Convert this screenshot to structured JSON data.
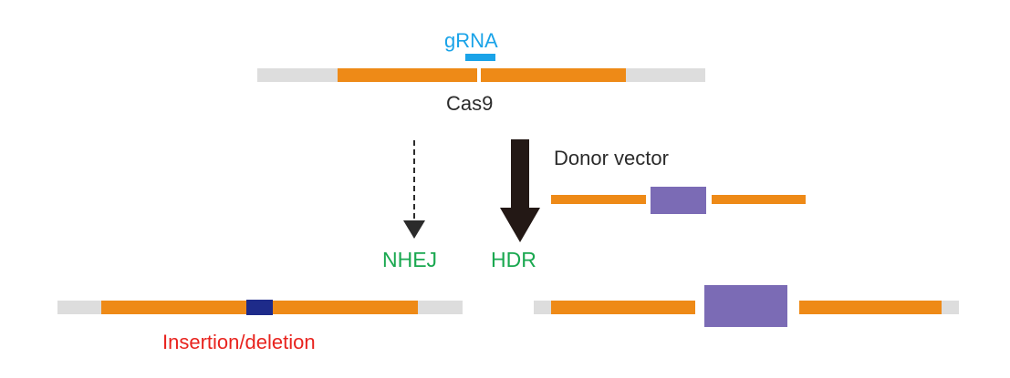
{
  "colors": {
    "dna": "#ee8a17",
    "flank": "#dddddd",
    "grna": "#1aa3e8",
    "donor_insert": "#7b6bb5",
    "indel_mark": "#1e2b8a",
    "pathway": "#1aa850",
    "indel_text": "#e8231e",
    "text": "#2b2b2b"
  },
  "labels": {
    "grna": "gRNA",
    "cas9": "Cas9",
    "donor_vector": "Donor vector",
    "nhej": "NHEJ",
    "hdr": "HDR",
    "indel_parts": [
      "I",
      "nsertion/de",
      "l",
      "etion"
    ]
  },
  "icons": {
    "nhej_arrow": "dashed-down-arrow-icon",
    "hdr_arrow": "bold-down-arrow-icon"
  }
}
